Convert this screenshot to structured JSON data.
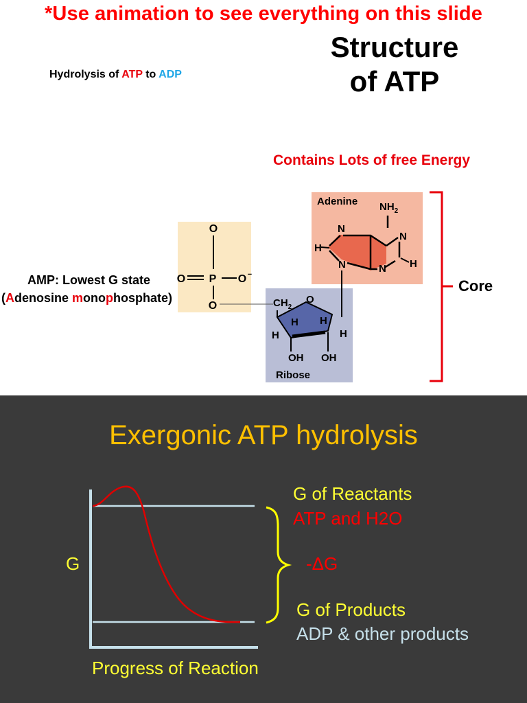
{
  "top": {
    "banner": "*Use animation to see everything on this slide",
    "title_line1": "Structure",
    "title_line2": "of ATP",
    "subtitle": {
      "prefix": "Hydrolysis of ",
      "atp": "ATP",
      "mid": " to ",
      "adp": "ADP"
    },
    "energy_label": "Contains Lots of free Energy",
    "amp_line1": "AMP: Lowest G state",
    "amp_line2": {
      "open": "(",
      "a": "A",
      "rest1": "denosine ",
      "m": "m",
      "rest2": "ono",
      "p": "p",
      "rest3": "hosphate)"
    },
    "core_label": "Core",
    "molecule": {
      "phosphate": {
        "o_top": "O",
        "o_left": "O",
        "p": "P",
        "o_right": "O",
        "minus": "−",
        "o_bottom": "O",
        "double_bond": "══",
        "single_bond": "—"
      },
      "adenine": {
        "name": "Adenine",
        "nh2": "NH",
        "nh2_sub": "2",
        "n": "N",
        "h": "H"
      },
      "ribose": {
        "name": "Ribose",
        "ch2": "CH",
        "ch2_sub": "2",
        "o": "O",
        "h": "H",
        "oh": "OH"
      }
    },
    "colors": {
      "phosphate_box": "#fbe8c3",
      "adenine_box": "#f5b8a1",
      "ribose_box": "#b9bed6",
      "core_bracket": "#e8000b"
    }
  },
  "bottom": {
    "title": "Exergonic ATP hydrolysis",
    "y_axis_label": "G",
    "x_axis_label": "Progress of Reaction",
    "g_reactants": "G of Reactants",
    "atp_h2o": "ATP and H2O",
    "delta_g": "-ΔG",
    "g_products": "G of Products",
    "adp_other": "ADP & other products",
    "colors": {
      "background": "#3a3a3a",
      "title": "#ffc000",
      "label": "#ffff33",
      "curve": "#e00000",
      "axis": "#c6e0ea",
      "brace": "#ffff00"
    }
  }
}
